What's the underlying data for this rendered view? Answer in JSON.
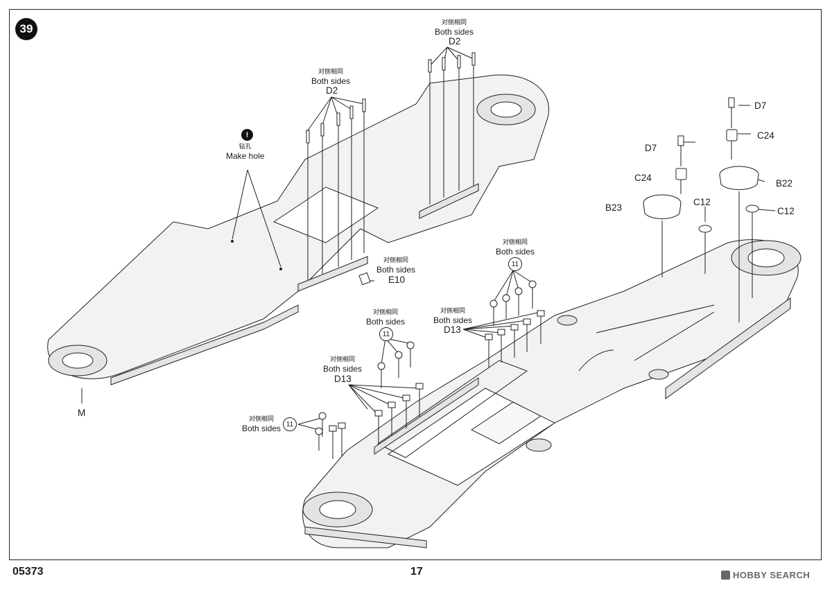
{
  "step": "39",
  "footer": {
    "product_code": "05373",
    "page_number": "17",
    "watermark": "HOBBY SEARCH"
  },
  "callouts": {
    "both_sides_cn": "对侧相同",
    "both_sides_en": "Both sides",
    "drill_cn": "钻孔",
    "drill_en": "Make hole",
    "drill_symbol": "!"
  },
  "parts": {
    "d2": "D2",
    "d7": "D7",
    "c24": "C24",
    "b22": "B22",
    "b23": "B23",
    "c12": "C12",
    "e10": "E10",
    "d13": "D13",
    "m": "M",
    "sub11": "11"
  },
  "colors": {
    "line": "#1f1f1f",
    "deck_fill": "#f2f2f2",
    "hull_fill": "#e4e4e4"
  }
}
